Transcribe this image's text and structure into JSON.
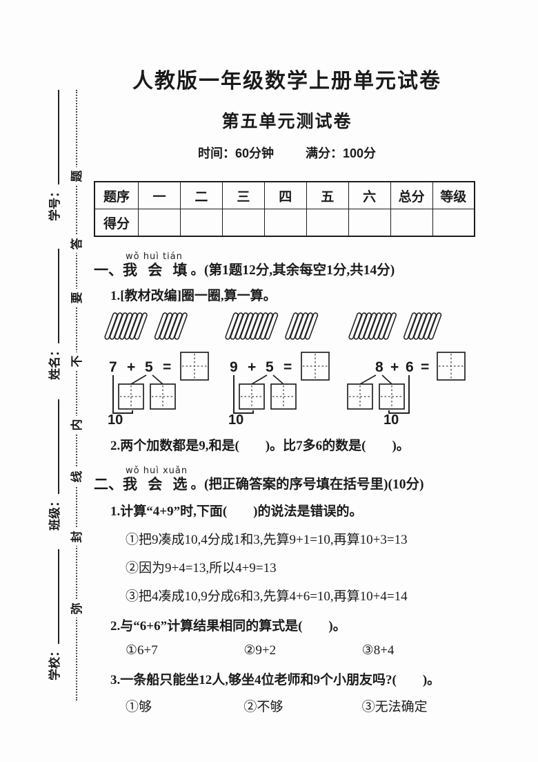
{
  "page": {
    "title": "人教版一年级数学上册单元试卷",
    "subtitle": "第五单元测试卷",
    "time": "时间：60分钟",
    "full_score": "满分：100分"
  },
  "sidebar": {
    "fields": [
      "学号：",
      "姓名：",
      "班级：",
      "学校："
    ],
    "seal_chars": [
      "题",
      "答",
      "要",
      "不",
      "内",
      "线",
      "封",
      "弥"
    ]
  },
  "score_table": {
    "header": [
      "题序",
      "一",
      "二",
      "三",
      "四",
      "五",
      "六",
      "总分",
      "等级"
    ],
    "score_label": "得分"
  },
  "section1": {
    "pinyin": "wǒ huì tián",
    "num": "一、",
    "title": "我 会 填",
    "suffix": "。(第1题12分,其余每空1分,共14分)",
    "q1": "1.[教材改编]圈一圈,算一算。",
    "q2": "2.两个加数都是9,和是(　　)。比7多6的数是(　　)。",
    "diagrams": [
      {
        "a": "7",
        "op": "+",
        "b": "5",
        "eq": "=",
        "ten": "10",
        "sticks_a": 7,
        "sticks_b": 5
      },
      {
        "a": "9",
        "op": "+",
        "b": "5",
        "eq": "=",
        "ten": "10",
        "sticks_a": 9,
        "sticks_b": 5
      },
      {
        "a": "8",
        "op": "+",
        "b": "6",
        "eq": "=",
        "ten": "10",
        "sticks_a": 8,
        "sticks_b": 6
      }
    ]
  },
  "section2": {
    "pinyin": "wǒ huì xuǎn",
    "num": "二、",
    "title": "我 会 选",
    "suffix": "。(把正确答案的序号填在括号里)(10分)",
    "q1": "1.计算“4+9”时,下面(　　)的说法是错误的。",
    "q1_opts": [
      "①把9凑成10,4分成1和3,先算9+1=10,再算10+3=13",
      "②因为9+4=13,所以4+9=13",
      "③把4凑成10,9分成6和3,先算4+6=10,再算10+4=14"
    ],
    "q2": "2.与“6+6”计算结果相同的算式是(　　)。",
    "q2_opts": [
      "①6+7",
      "②9+2",
      "③8+4"
    ],
    "q3": "3.一条船只能坐12人,够坐4位老师和9个小朋友吗?(　　)。",
    "q3_opts": [
      "①够",
      "②不够",
      "③无法确定"
    ]
  }
}
